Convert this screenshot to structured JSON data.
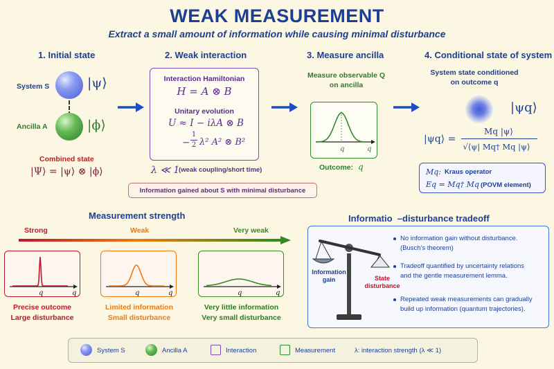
{
  "title": "WEAK MEASUREMENT",
  "subtitle": "Extract a small amount of information while causing minimal disturbance",
  "step1": {
    "heading": "1. Initial state",
    "system_label": "System S",
    "system_ket": "|ψ⟩",
    "ancilla_label": "Ancilla A",
    "ancilla_ket": "|ϕ⟩",
    "combined_label": "Combined state",
    "combined_formula": "|Ψ⟩ = |ψ⟩ ⊗ |ϕ⟩"
  },
  "step2": {
    "heading": "2. Weak interaction",
    "hamiltonian_label": "Interaction Hamiltonian",
    "hamiltonian": "H = A ⊗ B",
    "unitary_label": "Unitary evolution",
    "unitary_line1": "U ≈ I − iλA ⊗ B",
    "unitary_line2_prefix": "−",
    "unitary_frac_num": "1",
    "unitary_frac_den": "2",
    "unitary_line2_rest": "λ² A² ⊗ B²",
    "coupling_formula": "λ ≪ 1",
    "coupling_note": "(weak coupling/short time)"
  },
  "step3": {
    "heading": "3. Measure ancilla",
    "observable_label_line1": "Measure observable Q",
    "observable_label_line2": "on ancilla",
    "axis_q_tick": "q",
    "axis_q_label": "q",
    "outcome_label": "Outcome:",
    "outcome_value": "q"
  },
  "step4": {
    "heading": "4. Conditional state of system",
    "conditioned_line1": "System state conditioned",
    "conditioned_line2": "on outcome q",
    "ket": "|ψq⟩",
    "formula_lhs": "|ψq⟩ =",
    "formula_num": "Mq |ψ⟩",
    "formula_den": "√⟨ψ| Mq† Mq |ψ⟩",
    "kraus_sym": "Mq:",
    "kraus_text": "Kraus operator",
    "povm_sym": "Eq = Mq† Mq",
    "povm_text": "(POVM element)"
  },
  "info_note": "Information gained about S with minimal disturbance",
  "strength": {
    "heading": "Measurement strength",
    "strong_label": "Strong",
    "weak_label": "Weak",
    "very_weak_label": "Very weak",
    "panels": [
      {
        "line1": "Precise outcome",
        "line2": "Large disturbance",
        "axis": "q",
        "tick": "q",
        "color": "#c0152a",
        "width": 0.03
      },
      {
        "line1": "Limited information",
        "line2": "Small disturbance",
        "axis": "q",
        "tick": "q",
        "color": "#ee7a10",
        "width": 0.18
      },
      {
        "line1": "Very little information",
        "line2": "Very small disturbance",
        "axis": "q",
        "tick": "q",
        "color": "#3a8a24",
        "width": 0.45
      }
    ]
  },
  "tradeoff": {
    "heading": "Informatio  –disturbance tradeoff",
    "info_gain_line1": "Information",
    "info_gain_line2": "gain",
    "state_dist_line1": "State",
    "state_dist_line2": "disturbance",
    "bullets": [
      {
        "line1": "No information gain without disturbance.",
        "line2": "(Busch's theorem)"
      },
      {
        "line1": "Tradeoff quantified by uncertainty relations",
        "line2": "and the gentle measurement lemma."
      },
      {
        "line1": "Repeated weak measurements can gradually",
        "line2": "build up information (quantum trajectories)."
      }
    ]
  },
  "legend": {
    "system": "System S",
    "ancilla": "Ancilla A",
    "interaction": "Interaction",
    "measurement": "Measurement",
    "lambda_text": "λ:  interaction strength (λ ≪ 1)"
  },
  "colors": {
    "title": "#1c3f94",
    "system": "#6b7fe6",
    "ancilla": "#3f9e3f",
    "interaction": "#7a4bb0",
    "measurement": "#2f8a2f",
    "strong": "#c0152a",
    "weak": "#ee7a10",
    "very_weak": "#3a8a24"
  }
}
